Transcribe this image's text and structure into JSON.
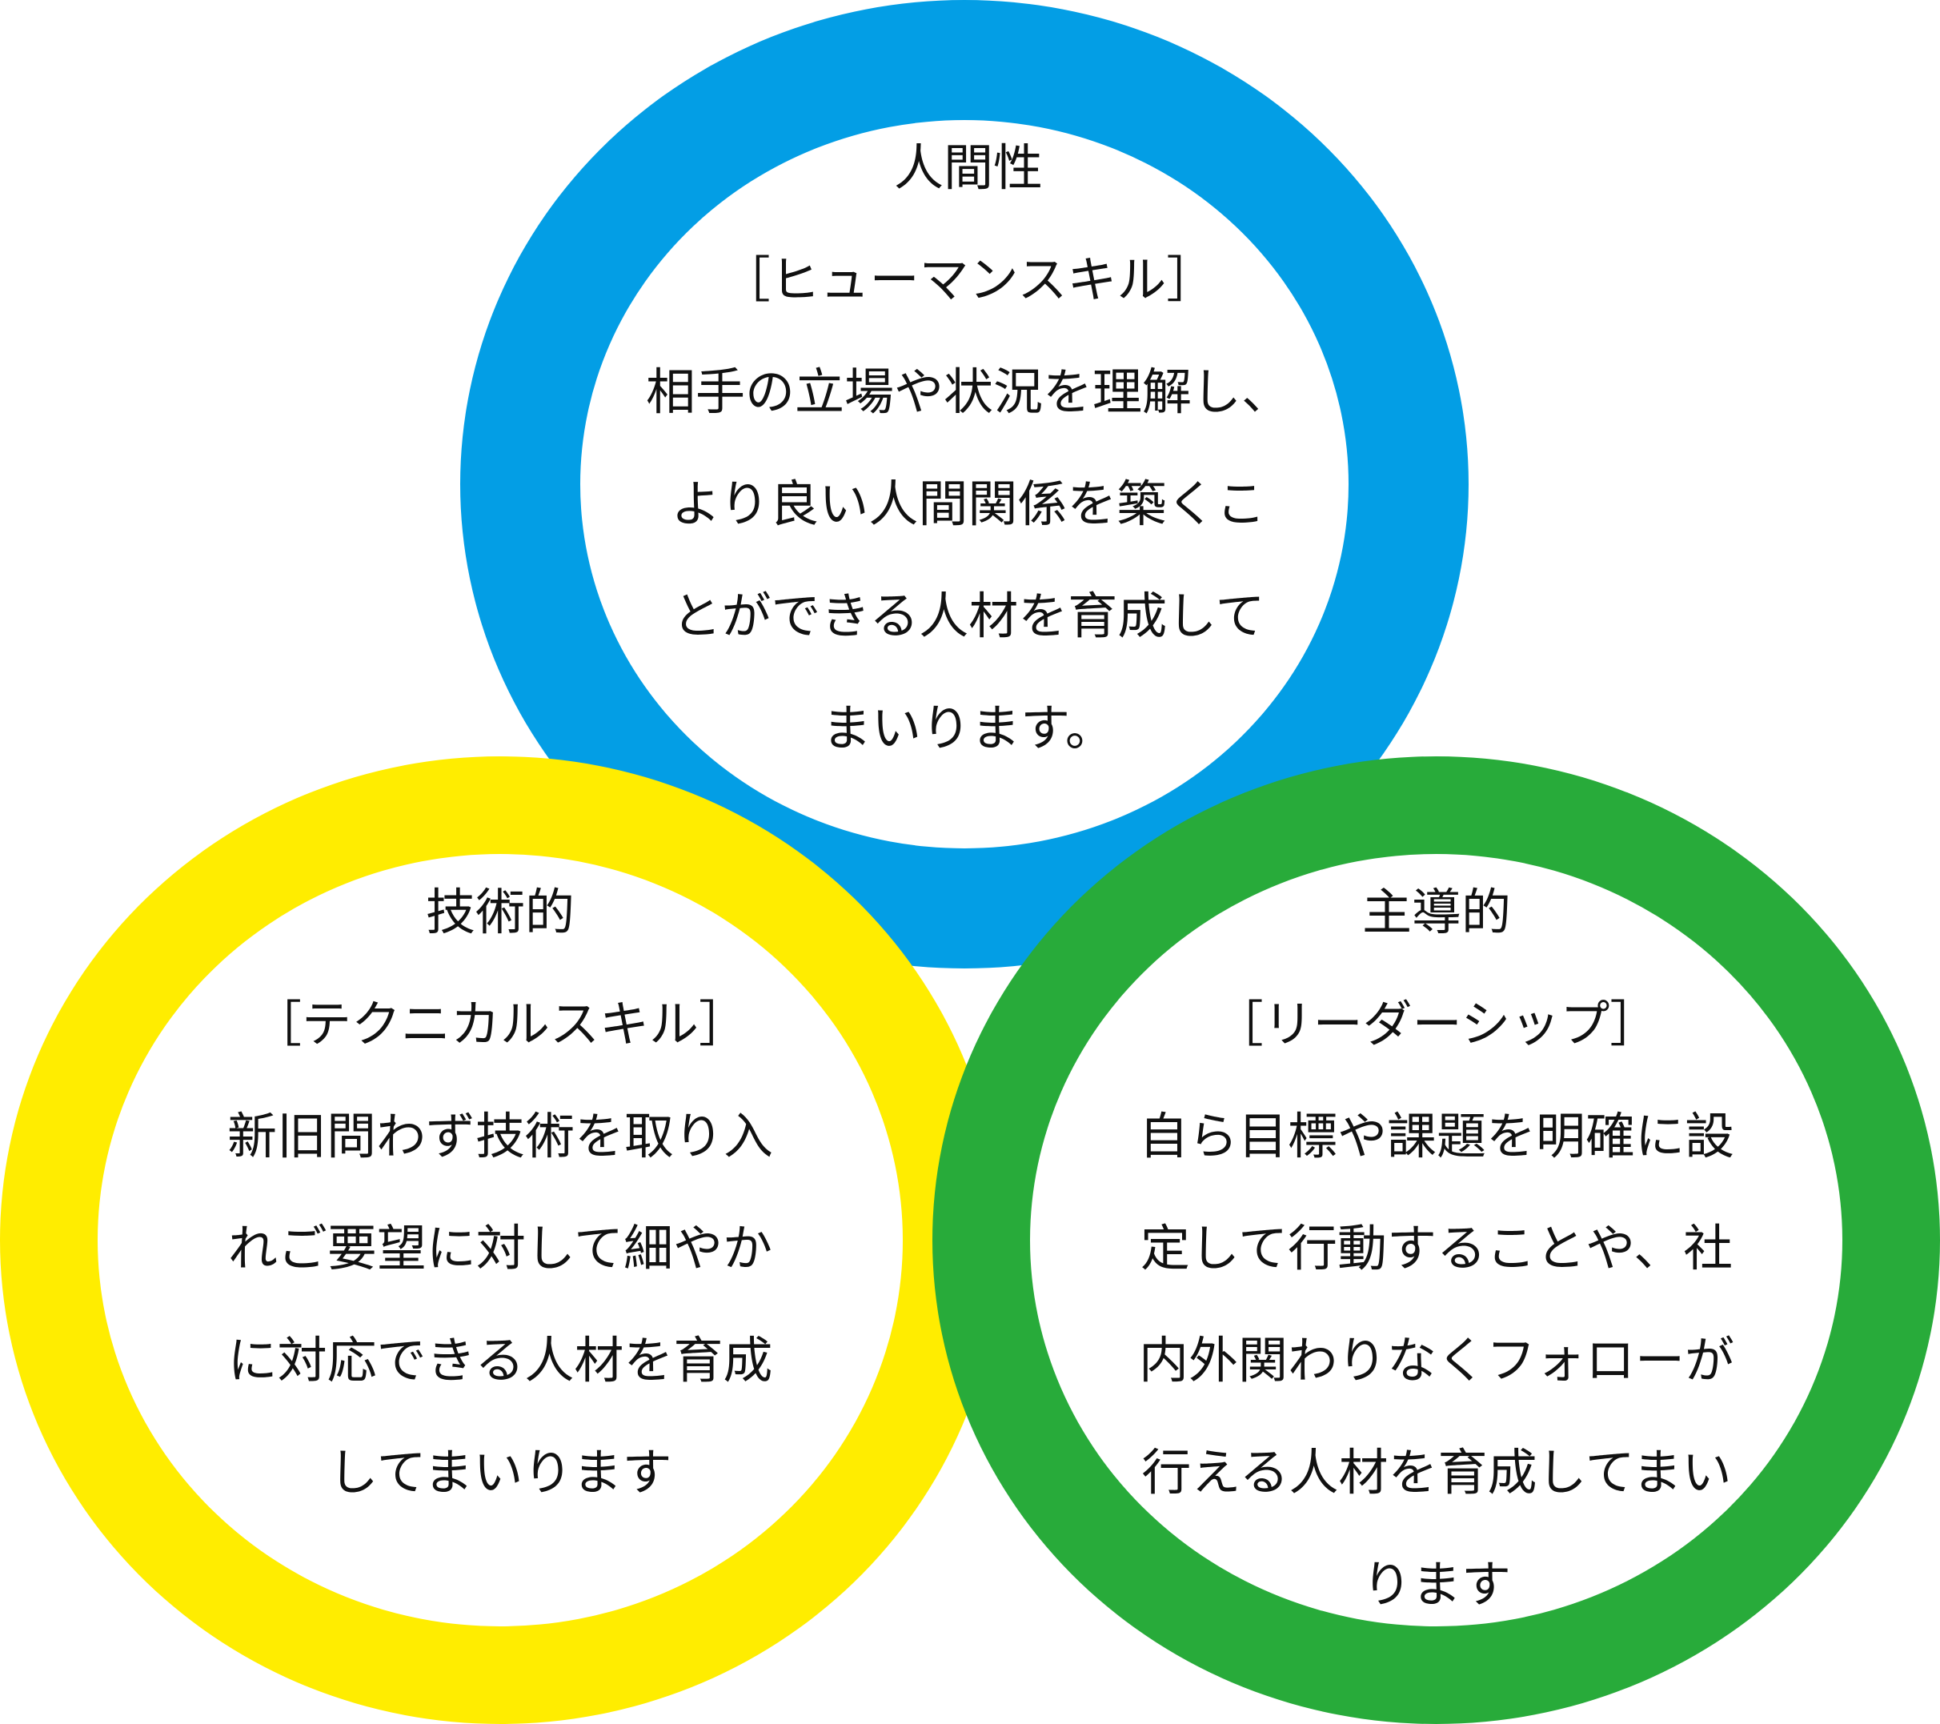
{
  "colors": {
    "human_ring": "#039ee5",
    "tech_ring": "#ffed00",
    "lead_ring": "#28ab3a",
    "text": "#111111"
  },
  "human": {
    "title": "人間性",
    "subtitle": "［ヒューマンスキル］",
    "lines": [
      "相手の立場や状況を理解し、",
      "より良い人間関係を築くこ",
      "とができる人材を育成して",
      "まいります。"
    ]
  },
  "tech": {
    "title": "技術的",
    "subtitle": "［テクニカルスキル］",
    "lines": [
      "新旧問わず技術を取り入",
      "れご要望に対して細やか",
      "に対応できる人材を育成",
      "してまいります"
    ]
  },
  "lead": {
    "title": "主導的",
    "subtitle": "［リーダーシップ］",
    "lines": [
      "自ら目標や課題を明確に設",
      "定して行動することや、社",
      "内外関わりなくフォローが",
      "行える人材を育成してまい",
      "ります"
    ]
  }
}
